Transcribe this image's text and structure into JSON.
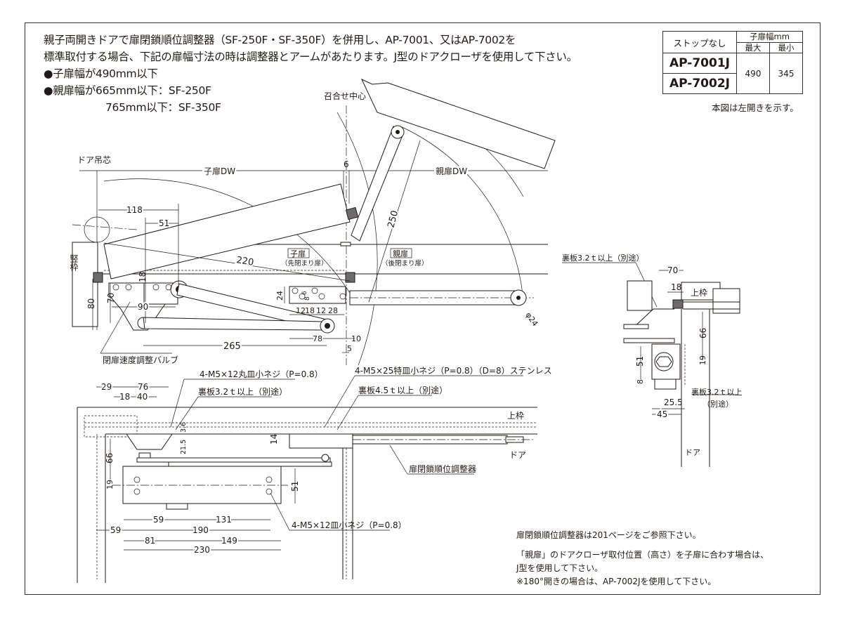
{
  "intro": {
    "line1": "親子両開きドアで扉閉鎖順位調整器（SF-250F・SF-350F）を併用し、AP-7001、又はAP-7002を",
    "line2": "標準取付する場合、下記の扉幅寸法の時は調整器とアームがあたります。J型のドアクローザを使用して下さい。",
    "bullet1": "●子扉幅が490mm以下",
    "bullet2": "●親扉幅が665mm以下：SF-250F",
    "bullet3": "765mm以下：SF-350F"
  },
  "spec_table": {
    "header_left": "ストップなし",
    "header_group": "子扉幅mm",
    "col_max": "最大",
    "col_min": "最小",
    "rows": [
      {
        "model": "AP-7001J"
      },
      {
        "model": "AP-7002J"
      }
    ],
    "max_value": "490",
    "min_value": "345",
    "caption": "本図は左開きを示す。"
  },
  "plan_view": {
    "hinge_center": "ドア吊芯",
    "meeting_center": "召合せ中心",
    "child_dw": "子扉DW",
    "parent_dw": "親扉DW",
    "gap": "6",
    "jamb": "竪枠",
    "child_leaf": "子扉",
    "child_leaf_sub": "（先閉まり扉）",
    "parent_leaf": "親扉",
    "parent_leaf_sub": "（後閉まり扉）",
    "valve": "閉扉速度調整バルブ",
    "dims": {
      "d118": "118",
      "d51": "51",
      "d220": "220",
      "d250": "250",
      "d18": "18",
      "d70": "70",
      "d80": "80",
      "d90": "90",
      "d24": "24",
      "d12a": "12",
      "d18b": "18",
      "d12b": "12",
      "d28": "28",
      "d6": "6",
      "d8": "8",
      "d78": "78",
      "d10": "10",
      "d5": "5",
      "d265": "265",
      "phi24": "φ24"
    }
  },
  "side_view": {
    "backing": "裏板3.2ｔ以上（別途）",
    "upper_frame": "上枠",
    "backing2_line1": "裏板3.2ｔ以上",
    "backing2_line2": "（別途）",
    "door": "ドア",
    "dims": {
      "d70": "70",
      "d18": "18",
      "d66": "66",
      "d51": "51",
      "d19": "19",
      "d8": "8",
      "d25_5": "25.5",
      "d45": "45"
    }
  },
  "elevation_view": {
    "screw1": "4-M5×12丸皿小ネジ（P=0.8）",
    "backing1": "裏板3.2ｔ以上（別途）",
    "screw2": "4-M5×25特皿小ネジ（P=0.8）（D=8）ステンレス",
    "backing2": "裏板4.5ｔ以上（別途）",
    "upper_frame": "上枠",
    "door": "ドア",
    "coordinator": "扉閉鎖順位調整器",
    "screw3": "4-M5×12皿小ネジ（P=0.8）",
    "dims": {
      "d29": "29",
      "d76": "76",
      "d18": "18",
      "d40": "40",
      "d3_6": "3.6",
      "d21_5": "21.5",
      "d14": "14",
      "d66": "66",
      "d19": "19",
      "d51": "51",
      "d59a": "59",
      "d131": "131",
      "d59b": "59",
      "d190": "190",
      "d81": "81",
      "d149": "149",
      "d230": "230"
    }
  },
  "footnotes": {
    "line1": "扉閉鎖順位調整器は201ページをご参照下さい。",
    "line2": "「親扉」のドアクローザ取付位置（高さ）を子扉に合わす場合は、",
    "line3": "J型を使用して下さい。",
    "line4": "※180°開きの場合は、AP-7002Jを使用して下さい。"
  }
}
